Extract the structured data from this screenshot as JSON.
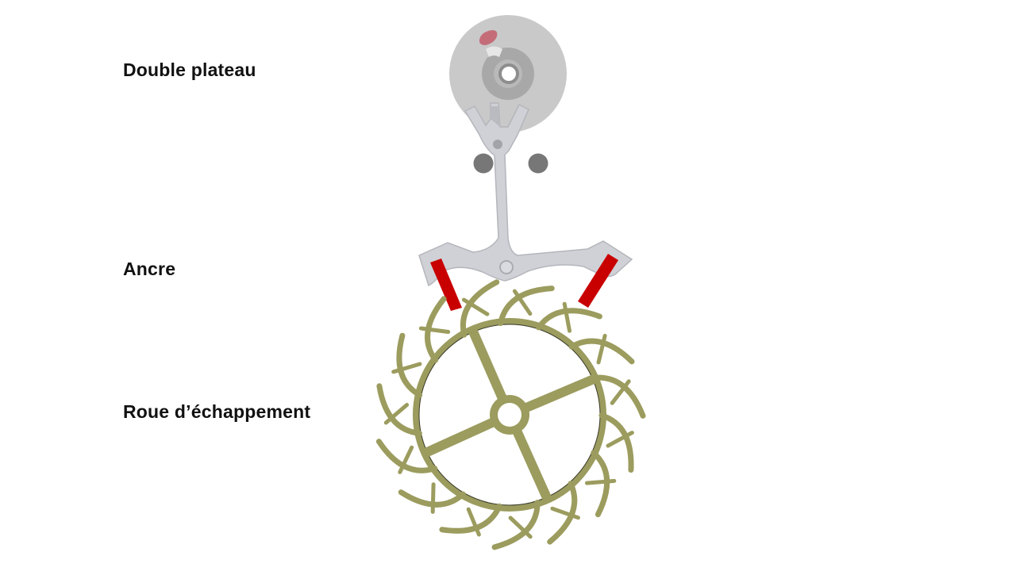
{
  "labels": {
    "double_plateau": "Double plateau",
    "ancre": "Ancre",
    "roue": "Roue d’échappement"
  },
  "parts": {
    "double_plateau": {
      "color": "#c9c9c9",
      "ring_color": "#a8a8a8",
      "ruby_pin_color": "#c46d79"
    },
    "banking_pins": {
      "color": "#777777"
    },
    "anchor": {
      "color": "#cfd1d6",
      "shadow_color": "#aeb0b6",
      "pallet_color": "#c80000"
    },
    "escape_wheel": {
      "color": "#9b9c5e",
      "outline_color": "#3a3a2a",
      "tooth_count": 15
    }
  }
}
